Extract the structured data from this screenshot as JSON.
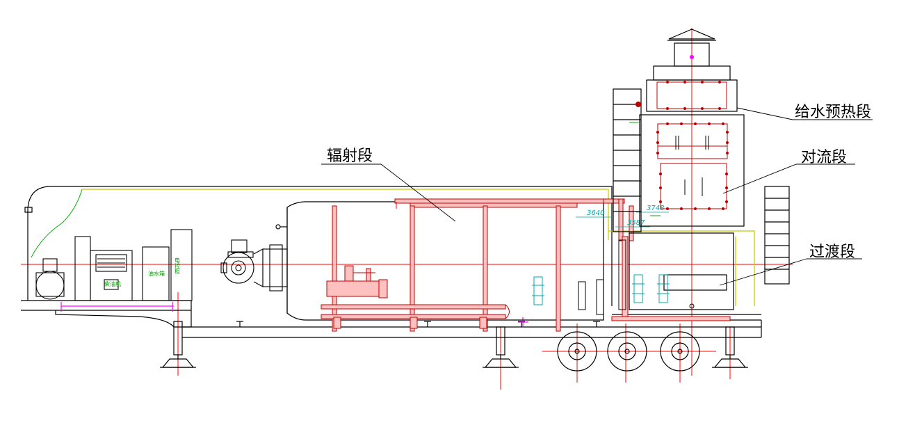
{
  "labels": {
    "radiation": "辐射段",
    "feedwater": "给水预热段",
    "convection": "对流段",
    "transition": "过渡段"
  },
  "dimensions": {
    "d1": "3640",
    "d2": "3748",
    "d3": "3587"
  },
  "equipment_labels": {
    "generator": "柴油机",
    "tank": "油水箱",
    "cabinet": "电控柜"
  },
  "colors": {
    "outline": "#000000",
    "centerline": "#ff0000",
    "pipe": "#c00000",
    "dimension": "#00a8a8",
    "trailer": "#ff00ff",
    "feed_line": "#c8c800",
    "cab_line": "#00b000",
    "pipe_fill": "#ffc0c0"
  }
}
